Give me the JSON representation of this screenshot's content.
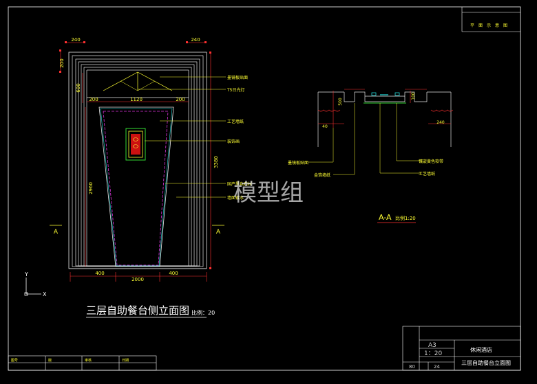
{
  "colors": {
    "background": "#000000",
    "frame": "#ffffff",
    "dimension": "#ff3030",
    "annotation": "#ffff33",
    "leader": "#ffff33",
    "door": "#e6e6e6",
    "panel_cyan": "#22dddd",
    "panel_magenta": "#dd33dd",
    "green": "#33dd33",
    "watermark": "rgba(255,255,255,0.65)"
  },
  "icons": [
    "ucs-axis-icon"
  ],
  "elevation": {
    "title": "三层自助餐台侧立面图",
    "scale_label": "比例：20",
    "dim_top_left": "240",
    "dim_top_right": "240",
    "dim_left_top": "200",
    "dim_left_upper": "600",
    "dim_upper_left": "200",
    "dim_upper_center": "1120",
    "dim_upper_right": "200",
    "dim_right_total": "3380",
    "dim_left_main": "2960",
    "dim_bottom_left": "400",
    "dim_bottom_center": "2000",
    "dim_bottom_right": "400",
    "section_mark_left": "A",
    "section_mark_right": "A",
    "notes": [
      "墨镜板贴面",
      "T5日光灯",
      "工艺墙纸",
      "装饰画",
      "国产黑色石材",
      "墙面镀水"
    ]
  },
  "section": {
    "title": "A-A",
    "scale_label": "比例1:20",
    "dim_left": "500",
    "dim_right": "100",
    "dim_bottom_left": "40",
    "dim_bottom_right": "240",
    "notes_left": [
      "墨镜板贴面",
      "金箔墙纸"
    ],
    "notes_right": [
      "镶嵌黄色软带",
      "工艺墙纸"
    ]
  },
  "watermark": "模型组",
  "ucs": {
    "x": "X",
    "y": "Y"
  },
  "titleblock": {
    "sheet": "A3",
    "scale": "1：20",
    "project": "休闲酒店",
    "drawing": "三层自助餐台立面图",
    "code_a": "80",
    "code_b": "24"
  },
  "top_right_label": "平面示意图",
  "bottom_table": [
    "图号",
    "版",
    "审核",
    "日期"
  ]
}
